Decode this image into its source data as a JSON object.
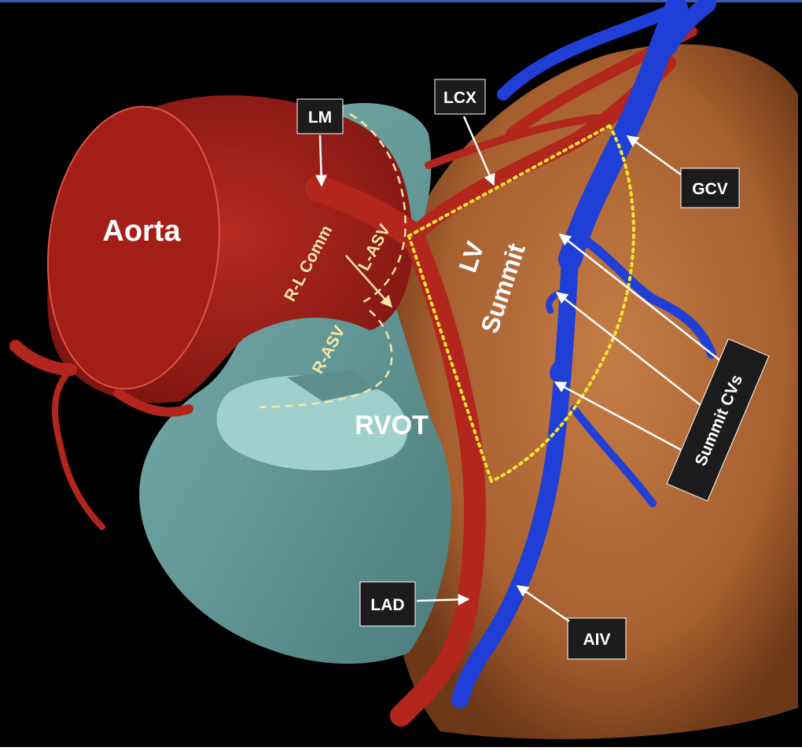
{
  "figure": {
    "structures": {
      "aorta": "Aorta",
      "rvot": "RVOT",
      "lv_summit_line1": "LV",
      "lv_summit_line2": "Summit",
      "r_l_comm": "R-L Comm",
      "l_asv": "L-ASV",
      "r_asv": "R-ASV"
    },
    "boxed_labels": {
      "lm": "LM",
      "lcx": "LCX",
      "gcv": "GCV",
      "lad": "LAD",
      "aiv": "AIV",
      "summit_cvs": "Summit CVs"
    },
    "colors": {
      "background": "#000000",
      "arteries": "#b3261e",
      "veins": "#1f3fd6",
      "lv_surface": "#b56a36",
      "rvot": "#6fa4a2",
      "summit_outline": "#f2e531",
      "asv_outline": "#f4e6a8"
    }
  }
}
